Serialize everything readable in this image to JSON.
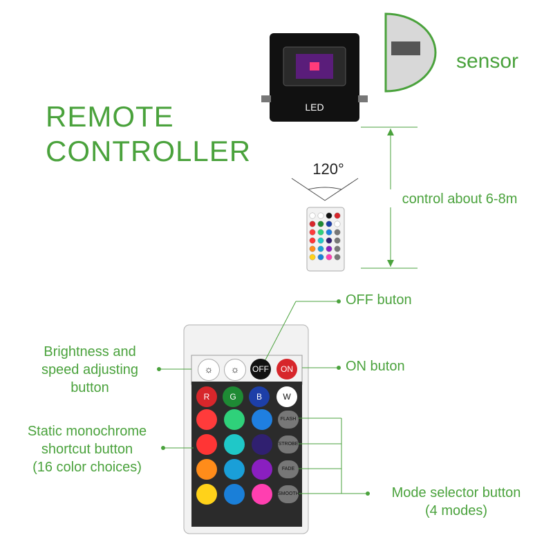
{
  "heading": {
    "line1": "REMOTE",
    "line2": "CONTROLLER"
  },
  "flood_light": {
    "label": "LED"
  },
  "sensor_label": "sensor",
  "angle_label": "120°",
  "distance_label": "control about 6-8m",
  "callouts": {
    "off": "OFF buton",
    "on": "ON buton",
    "brightness": [
      "Brightness and",
      "speed adjusting",
      "button"
    ],
    "static": [
      "Static monochrome",
      "shortcut button",
      "(16 color choices)"
    ],
    "mode": [
      "Mode selector button",
      "(4 modes)"
    ]
  },
  "remote": {
    "off_label": "OFF",
    "on_label": "ON",
    "rgbw_labels": [
      "R",
      "G",
      "B",
      "W"
    ],
    "mode_labels": [
      "FLASH",
      "STROBE",
      "FADE",
      "SMOOTH"
    ],
    "color_rows": [
      [
        "#ff3b3b",
        "#2fd17a",
        "#1f7fe0"
      ],
      [
        "#ff3535",
        "#1fc8c8",
        "#302070"
      ],
      [
        "#ff8c1a",
        "#1a9fd8",
        "#8a1fc0"
      ],
      [
        "#ffd21a",
        "#1a7fd8",
        "#ff3fb0"
      ]
    ]
  },
  "colors": {
    "accent": "#4aa23c",
    "body": "#f2f2f2",
    "button_dark": "#111111"
  }
}
